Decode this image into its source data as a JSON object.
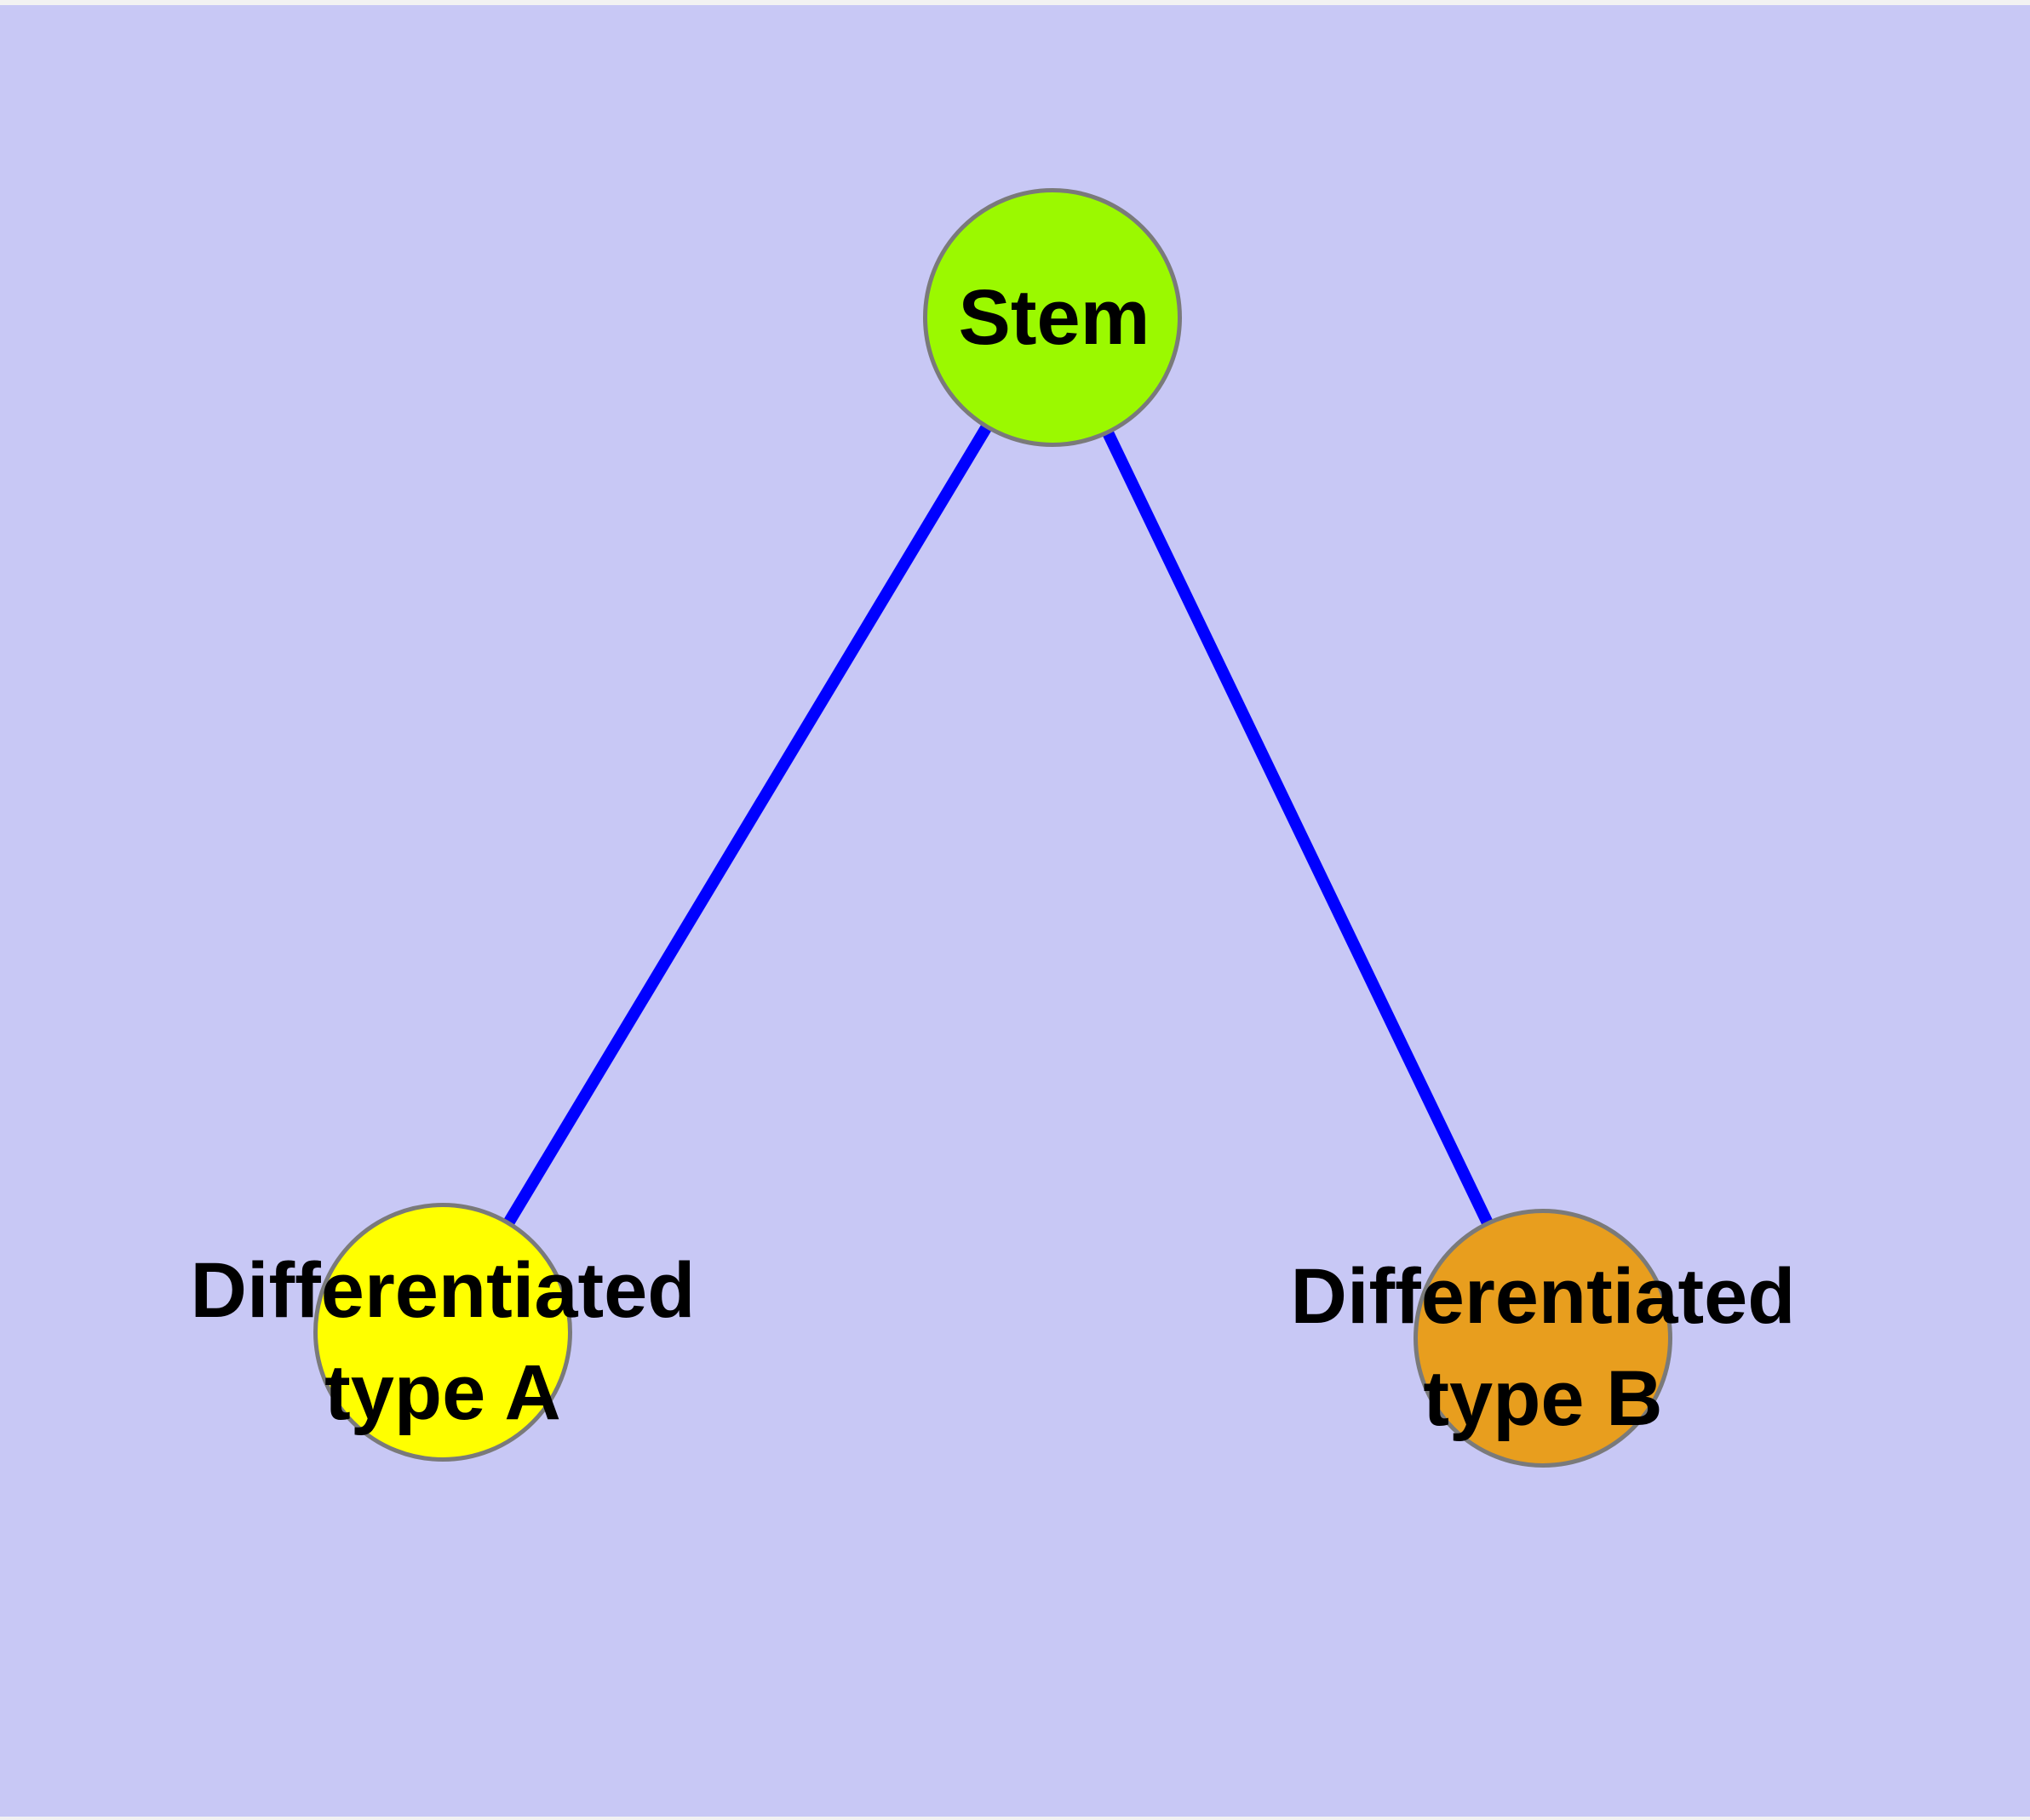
{
  "figure": {
    "type": "graph-diagram",
    "canvas": {
      "background": "#c8c8f5",
      "margin_strip_color": "#f2f2f2"
    },
    "style": {
      "node_border_color": "#7a7a7a",
      "edge_color": "#0000ff",
      "label_color": "#000000"
    },
    "nodes": [
      {
        "id": "stem",
        "label": "Stem",
        "line1": "Stem",
        "line2": "",
        "color": "#9bf900"
      },
      {
        "id": "type-a",
        "label": "Differentiated type A",
        "line1": "Differentiated",
        "line2": "type A",
        "color": "#ffff00"
      },
      {
        "id": "type-b",
        "label": "Differentiated type B",
        "line1": "Differentiated",
        "line2": "type B",
        "color": "#e89e1e"
      }
    ],
    "edges": [
      {
        "from": "Stem",
        "to": "Differentiated type A"
      },
      {
        "from": "Stem",
        "to": "Differentiated type B"
      }
    ]
  }
}
